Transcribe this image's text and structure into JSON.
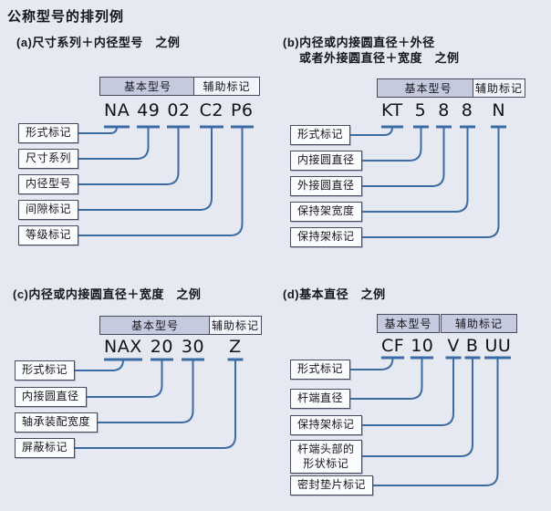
{
  "title": "公称型号的排列例",
  "box_labels": {
    "basic": "基本型号",
    "aux": "辅助标记"
  },
  "sections": [
    {
      "id": "a",
      "header_lines": [
        "(a)尺寸系列＋内径型号　之例"
      ],
      "part_number": "NA 49 02 C2 P6",
      "basic_tokens": [
        "NA",
        "49",
        "02"
      ],
      "aux_tokens": [
        "C2",
        "P6"
      ],
      "aux_box_filled": false,
      "labels": [
        "形式标记",
        "尺寸系列",
        "内径型号",
        "间隙标记",
        "等级标记"
      ]
    },
    {
      "id": "b",
      "header_lines": [
        "(b)内径或内接圆直径＋外径",
        "或者外接圆直径＋宽度　之例"
      ],
      "part_number": "KT 5 8 8 N",
      "basic_tokens": [
        "KT",
        "5",
        "8",
        "8"
      ],
      "aux_tokens": [
        "N"
      ],
      "aux_box_filled": false,
      "labels": [
        "形式标记",
        "内接圆直径",
        "外接圆直径",
        "保持架宽度",
        "保持架标记"
      ]
    },
    {
      "id": "c",
      "header_lines": [
        "(c)内径或内接圆直径＋宽度　之例"
      ],
      "part_number": "NAX 20 30 Z",
      "basic_tokens": [
        "NAX",
        "20",
        "30"
      ],
      "aux_tokens": [
        "Z"
      ],
      "aux_box_filled": false,
      "labels": [
        "形式标记",
        "内接圆直径",
        "轴承装配宽度",
        "屏蔽标记"
      ]
    },
    {
      "id": "d",
      "header_lines": [
        "(d)基本直径　之例"
      ],
      "part_number": "CF 10 V B UU",
      "basic_tokens": [
        "CF",
        "10"
      ],
      "aux_tokens": [
        "V",
        "B",
        "UU"
      ],
      "aux_box_filled": true,
      "labels": [
        "形式标记",
        "杆端直径",
        "保持架标记",
        "杆端头部的\n形状标记",
        "密封垫片标记"
      ]
    }
  ],
  "colors": {
    "background": "#e7e9f2",
    "line": "#3b6ba3",
    "box_border": "#474c5e",
    "basic_box_fill": "#c6cade",
    "aux_box_fill": "#f2f4fb",
    "label_box_fill": "#fbfcfe",
    "text": "#15161c"
  }
}
